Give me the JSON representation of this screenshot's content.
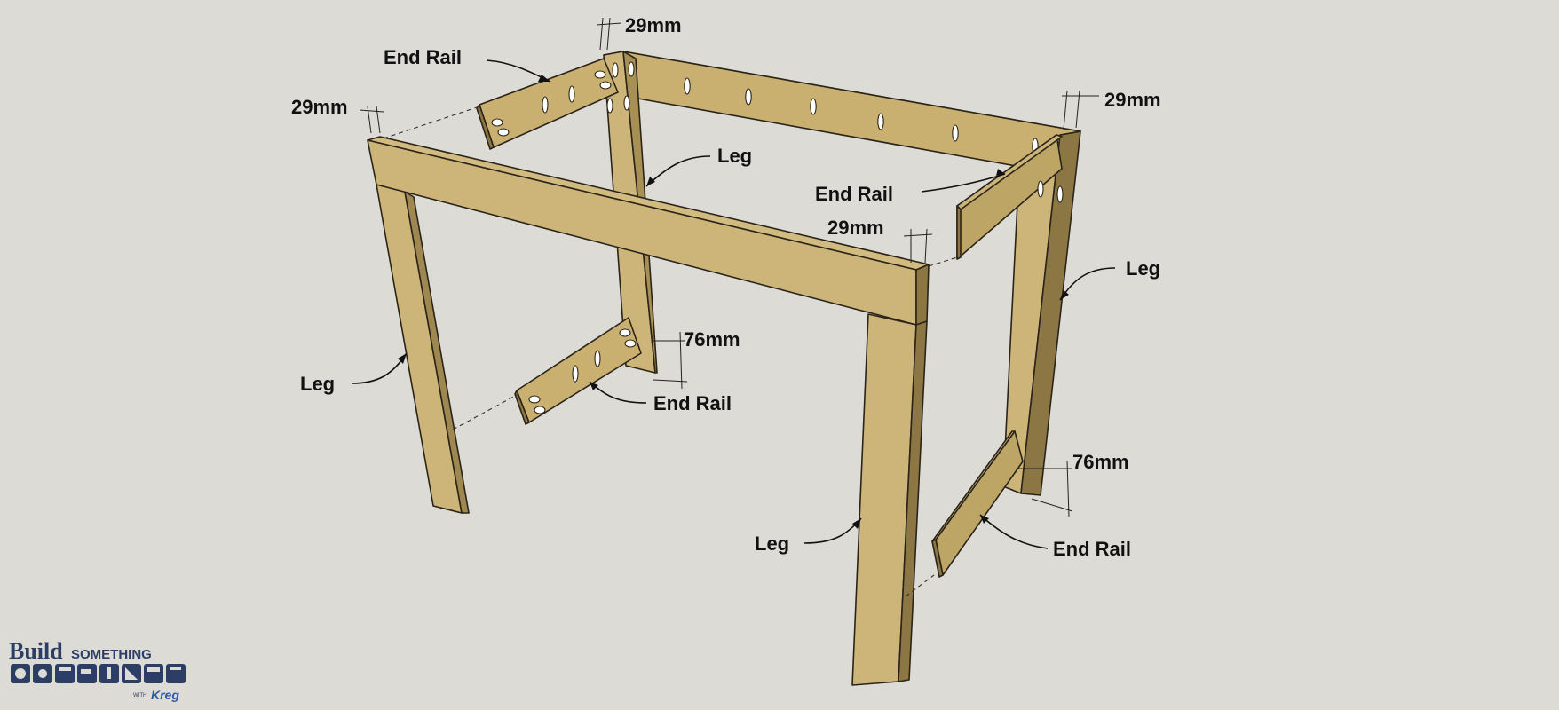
{
  "labels": {
    "end_rail_back_left": "End Rail",
    "end_rail_back_right": "End Rail",
    "end_rail_front_left": "End Rail",
    "end_rail_front_right": "End Rail",
    "leg_back_left": "Leg",
    "leg_back_right": "Leg",
    "leg_front_left": "Leg",
    "leg_front_right": "Leg"
  },
  "dimensions": {
    "top_center": "29mm",
    "top_left": "29mm",
    "top_right": "29mm",
    "middle_right": "29mm",
    "lower_center": "76mm",
    "lower_right": "76mm"
  },
  "logo": {
    "build": "Build",
    "something": "SOMETHING",
    "with": "WITH",
    "brand": "Kreg"
  },
  "colors": {
    "background": "#dcdbd6",
    "wood_light": "#cdb57a",
    "wood_mid": "#bda566",
    "wood_dark": "#8c7744",
    "logo_blue": "#2d3e66"
  }
}
